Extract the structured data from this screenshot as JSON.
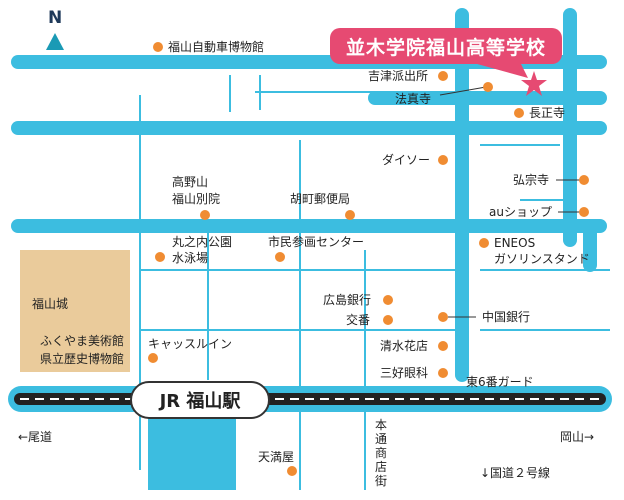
{
  "title": "並木学院福山高等学校",
  "north": "N",
  "station": "JR 福山駅",
  "castle": "福山城",
  "directions": {
    "onomichi": "←尾道",
    "okayama": "岡山→",
    "route2": "↓国道２号線",
    "higashi6": "東6番ガード"
  },
  "landmarks": {
    "auto_museum": "福山自動車博物館",
    "kitsu_koban": "吉津派出所",
    "hoshinji": "法真寺",
    "chojoji": "長正寺",
    "daiso": "ダイソー",
    "koshuji": "弘宗寺",
    "au_shop": "auショップ",
    "takanoyama": "高野山",
    "fukuyama_betsuin": "福山別院",
    "ebisumachi_post": "胡町郵便局",
    "marunouchi_pool_1": "丸之内公園",
    "marunouchi_pool_2": "水泳場",
    "shimin_center": "市民参画センター",
    "eneos_1": "ENEOS",
    "eneos_2": "ガソリンスタンド",
    "hiroshima_bank": "広島銀行",
    "koban": "交番",
    "chugoku_bank": "中国銀行",
    "fukuyama_art": "ふくやま美術館",
    "history_museum": "県立歴史博物館",
    "castle_inn": "キャッスルイン",
    "shimizu_florist": "清水花店",
    "miyoshi_eye": "三好眼科",
    "hondori_street": "本通商店街",
    "tenmaya": "天満屋"
  }
}
